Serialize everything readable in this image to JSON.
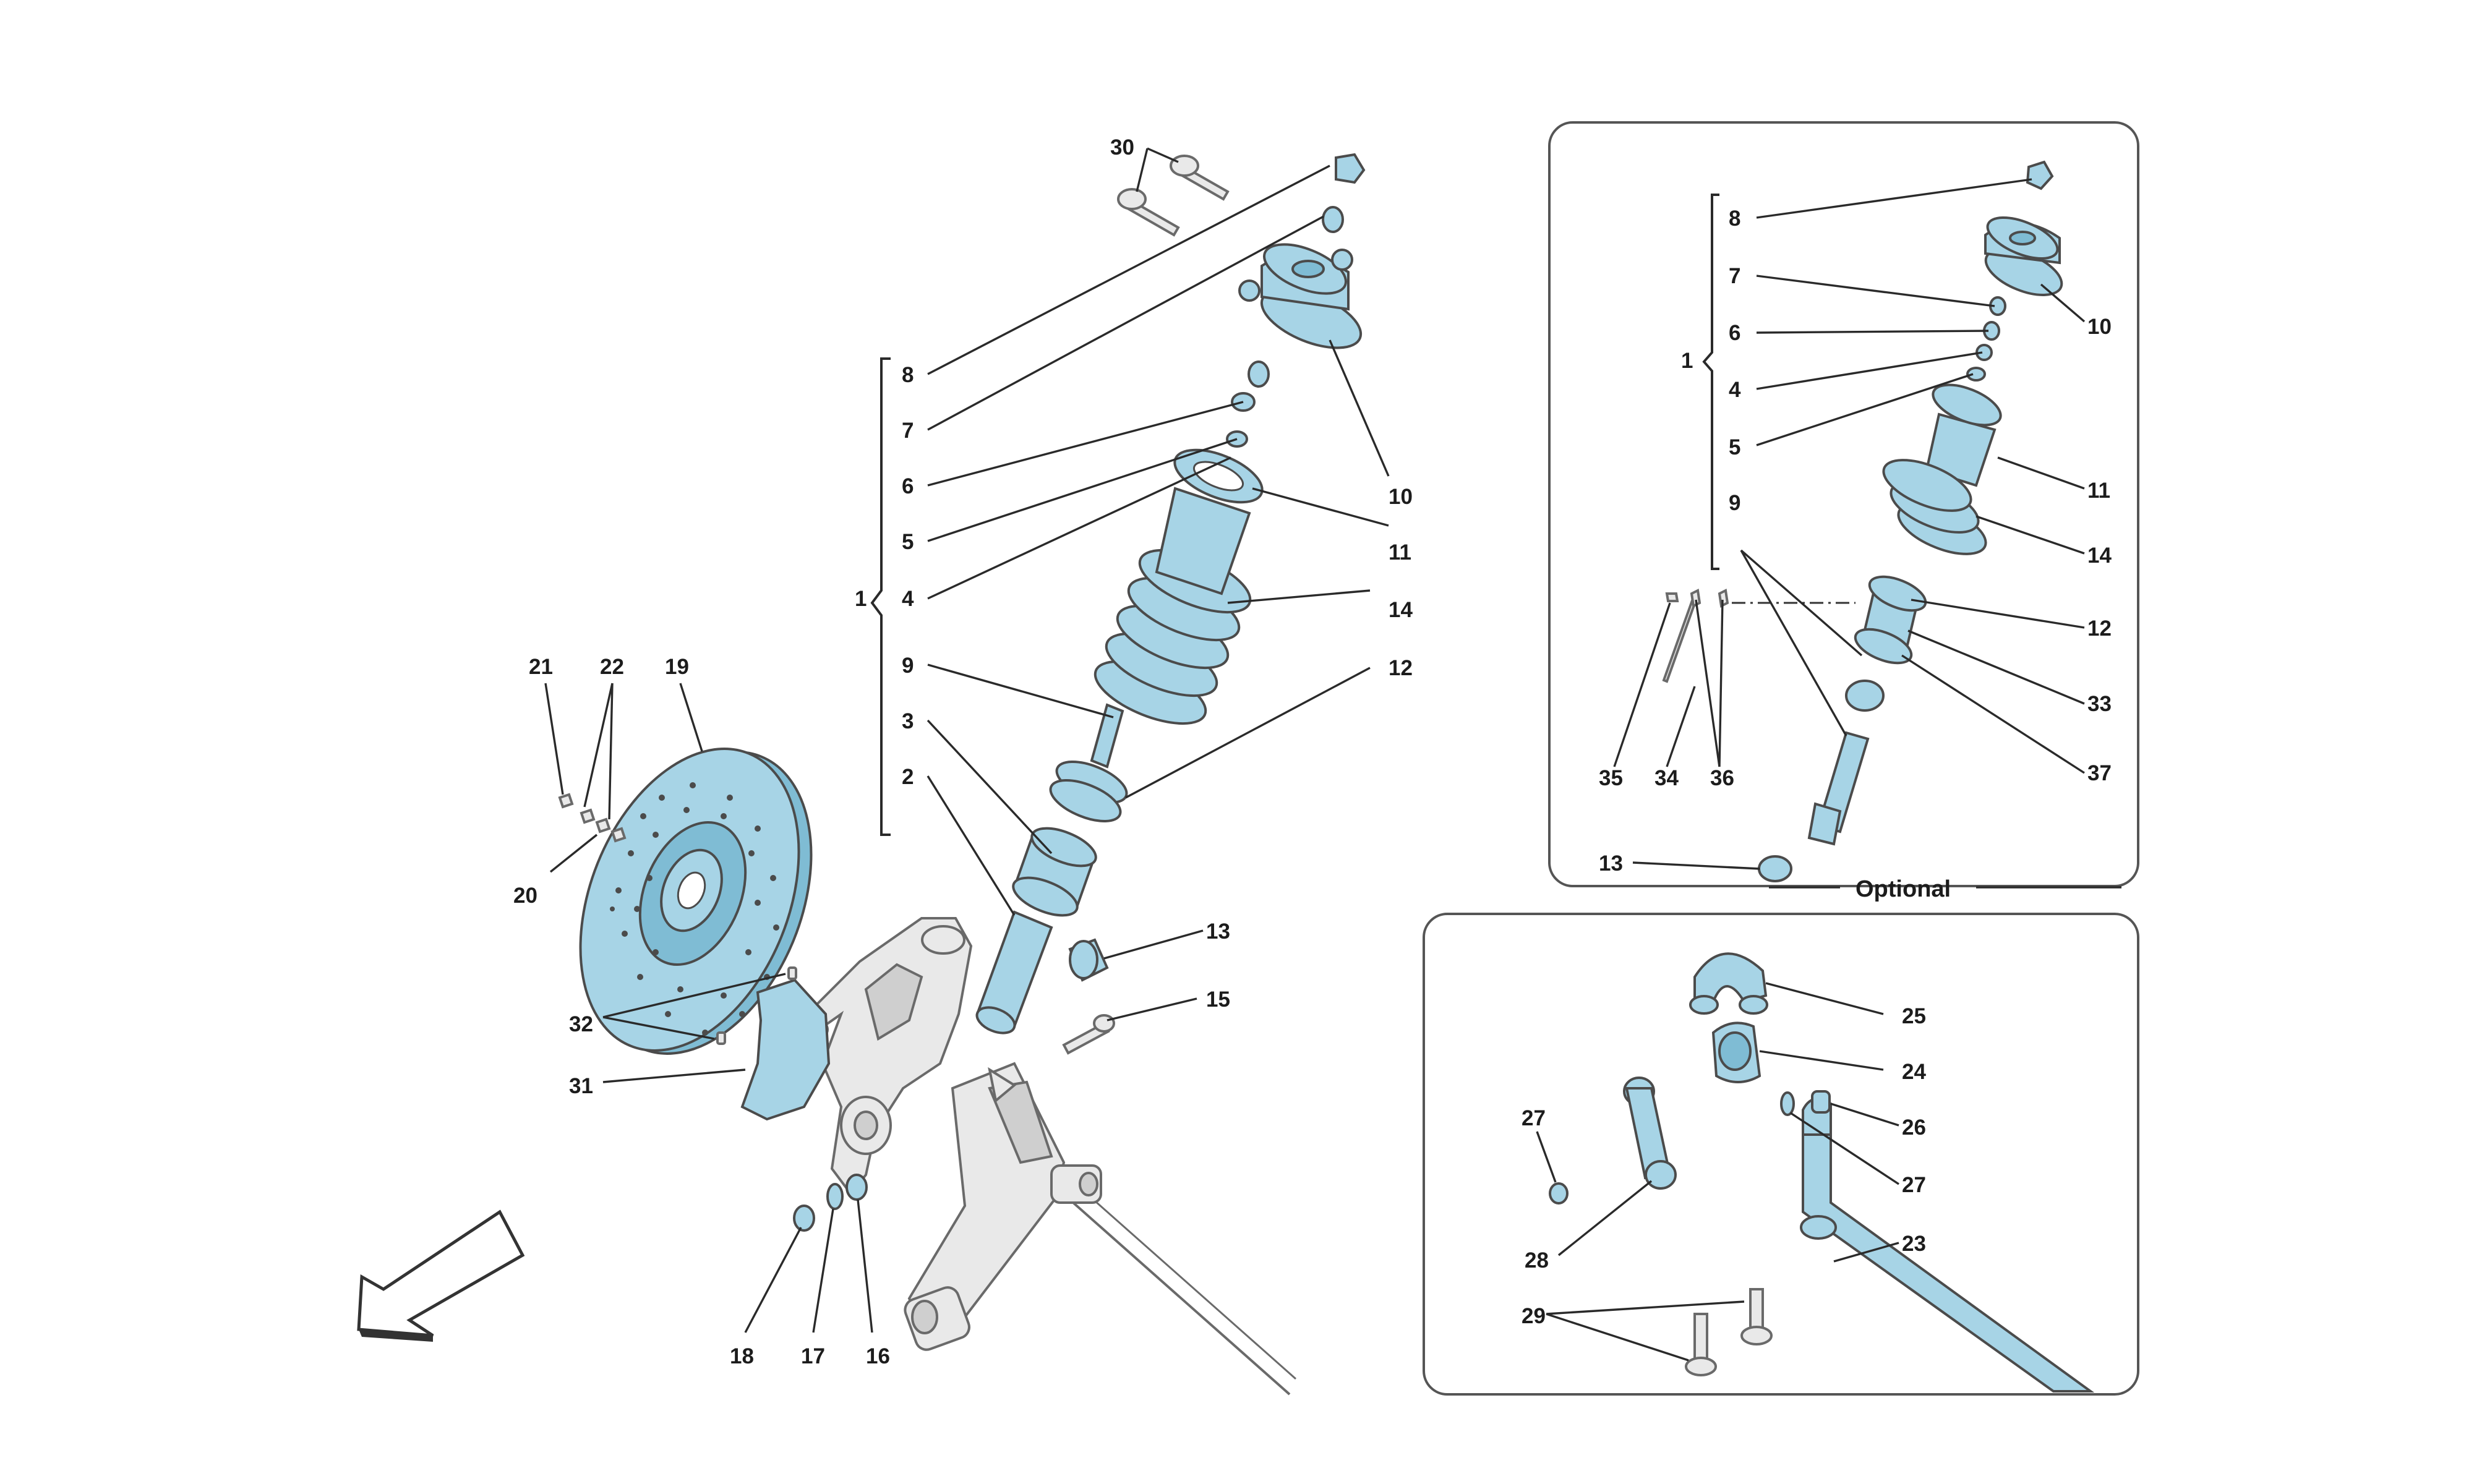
{
  "callouts": {
    "main": {
      "n30": "30",
      "n8": "8",
      "n7": "7",
      "n6": "6",
      "n5": "5",
      "n4": "4",
      "n1": "1",
      "n9": "9",
      "n3": "3",
      "n2": "2",
      "n10": "10",
      "n11": "11",
      "n14": "14",
      "n12": "12",
      "n13": "13",
      "n15": "15",
      "n21": "21",
      "n22": "22",
      "n19": "19",
      "n20": "20",
      "n32": "32",
      "n31": "31",
      "n18": "18",
      "n17": "17",
      "n16": "16"
    },
    "optional": {
      "n8": "8",
      "n7": "7",
      "n6": "6",
      "n4": "4",
      "n1": "1",
      "n5": "5",
      "n9": "9",
      "n10": "10",
      "n11": "11",
      "n14": "14",
      "n12": "12",
      "n33": "33",
      "n37": "37",
      "n35": "35",
      "n34": "34",
      "n36": "36",
      "n13": "13"
    },
    "stabilizer": {
      "n25": "25",
      "n24": "24",
      "n26": "26",
      "n27a": "27",
      "n27b": "27",
      "n28": "28",
      "n23": "23",
      "n29": "29"
    }
  },
  "optional_panel": {
    "caption": "Optional"
  },
  "icons": {
    "direction": "front-direction-arrow-icon"
  },
  "colors": {
    "part_fill": "#a7d4e6",
    "part_dark": "#7fbcd4",
    "hardware_gray": "#e9e9e9",
    "line": "#2a2a2a"
  }
}
